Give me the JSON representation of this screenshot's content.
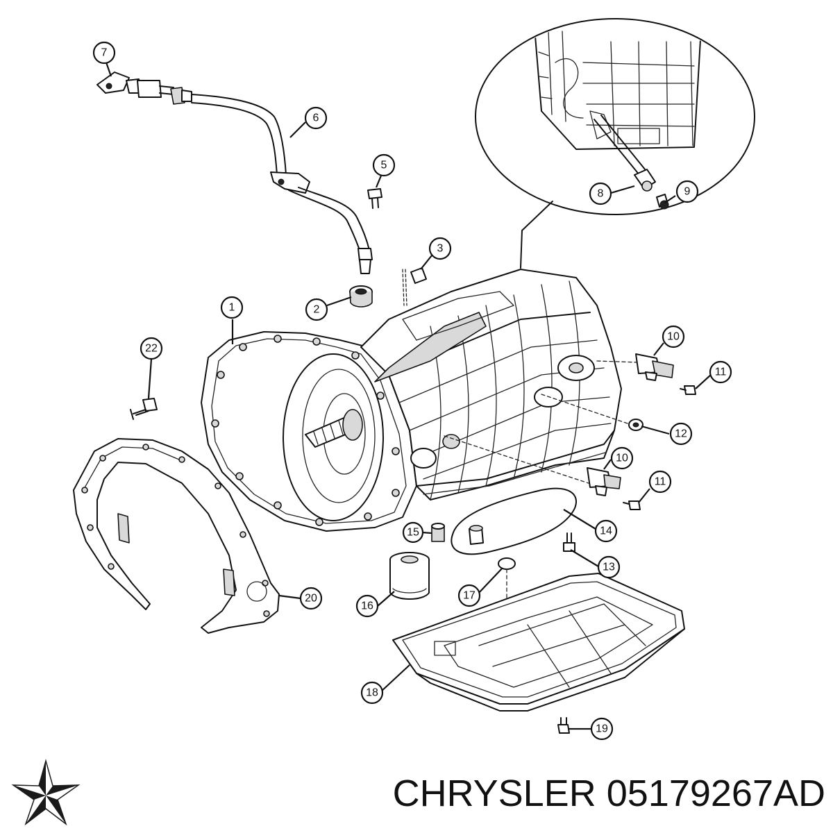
{
  "brand": {
    "name": "CHRYSLER",
    "part_number": "05179267AD"
  },
  "icons": {
    "logo": "chrysler-pentastar-logo-icon"
  },
  "callouts": [
    {
      "id": "c7",
      "label": "7"
    },
    {
      "id": "c6",
      "label": "6"
    },
    {
      "id": "c5",
      "label": "5"
    },
    {
      "id": "c3",
      "label": "3"
    },
    {
      "id": "c2",
      "label": "2"
    },
    {
      "id": "c1",
      "label": "1"
    },
    {
      "id": "c22",
      "label": "22"
    },
    {
      "id": "c8",
      "label": "8"
    },
    {
      "id": "c9",
      "label": "9"
    },
    {
      "id": "c10a",
      "label": "10"
    },
    {
      "id": "c11a",
      "label": "11"
    },
    {
      "id": "c12",
      "label": "12"
    },
    {
      "id": "c10b",
      "label": "10"
    },
    {
      "id": "c11b",
      "label": "11"
    },
    {
      "id": "c14",
      "label": "14"
    },
    {
      "id": "c15",
      "label": "15"
    },
    {
      "id": "c13",
      "label": "13"
    },
    {
      "id": "c16",
      "label": "16"
    },
    {
      "id": "c17",
      "label": "17"
    },
    {
      "id": "c20",
      "label": "20"
    },
    {
      "id": "c18",
      "label": "18"
    },
    {
      "id": "c19",
      "label": "19"
    }
  ]
}
